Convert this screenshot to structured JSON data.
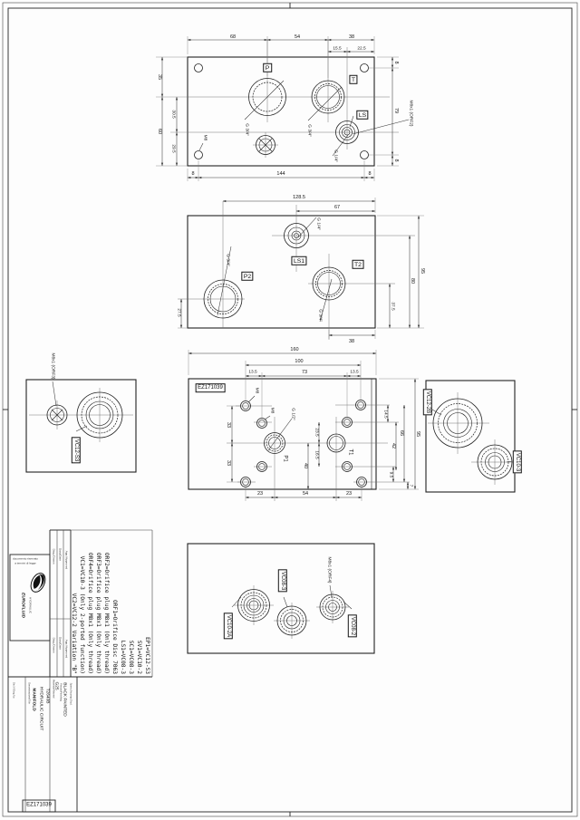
{
  "views": {
    "top": {
      "port_p": "P",
      "port_t": "T",
      "port_ls": "LS",
      "thread_p": "G 3/4\"",
      "thread_t": "G 3/4\"",
      "thread_ls": "G 1/4\"",
      "m8": "M8",
      "orf2": "M8x1 (ORF2)",
      "dims": {
        "d68": "68",
        "d54": "54",
        "d38": "38",
        "d155": "15.5",
        "d225": "22.5",
        "d35": "35",
        "d305": "30.5",
        "d60": "60",
        "d295": "29.5",
        "d8a": "8",
        "d79": "79",
        "d8b": "8",
        "d8c": "8",
        "d144": "144",
        "d8d": "8"
      }
    },
    "side": {
      "port_p2": "P2",
      "port_ls1": "LS1",
      "port_t2": "T2",
      "thread_p2": "G 3/4\"",
      "thread_ls1": "G 1/4\"",
      "thread_t2": "G 3/4\"",
      "dims": {
        "d1285": "128.5",
        "d67": "67",
        "d95": "95",
        "d80": "80",
        "d375": "37.5",
        "d38": "38",
        "d275": "27.5"
      }
    },
    "bottom_face": {
      "part_no": "EZ171039",
      "m8a": "M8",
      "m8b": "M8",
      "thread_p1": "G 1/2\"",
      "port_p1": "P1",
      "port_t1": "T1",
      "dims": {
        "d160": "160",
        "d100": "100",
        "d135a": "13.5",
        "d73": "73",
        "d135b": "13.5",
        "d33a": "33",
        "d33b": "33",
        "d145": "14.5",
        "d42": "42",
        "d66": "66",
        "d95": "95",
        "d95b": "9.5",
        "d7": "7",
        "d23a": "23",
        "d54": "54",
        "d23b": "23",
        "d40": "40",
        "d235": "23.5",
        "d165": "16.5"
      }
    },
    "left_side": {
      "orf3": "M8x1 (ORF3)",
      "cavity": "VC12-S3"
    },
    "right_side": {
      "cavity1": "VC12-2B",
      "cavity2": "VC10-3"
    },
    "bottom_side": {
      "cavity1": "VC10-2A",
      "cavity2": "VC08-3",
      "cavity3": "VC08-2",
      "orf4": "M8x1 (ORF4)"
    }
  },
  "notes": {
    "lines": [
      "EP1=VC12-S3",
      "SV1=VC10-2",
      "SC1=VC08-3",
      "LS1=VC08-3",
      "ORF1=Orifice Disc 7063",
      "ORF2=Orifice plug M8x1 (Only thread)",
      "ORF3=Orifice plug M8x1 (Only thread)",
      "ORF4=Orifice plug M8x1 (Only thread)",
      "VC1=VC10-3 (Only 2-ported function)",
      "VC2=VC12-2 Variation \"B\""
    ]
  },
  "title_block": {
    "confidential_note_1": "documento riservato",
    "confidential_note_2": "a termini di legge",
    "brand": "EUROFLUID",
    "brand_sub": "HYDRAULIC",
    "label_drawn": "Disg./Drawn",
    "label_date": "Data/Date",
    "label_approved": "App./Approved",
    "label_title": "Denominazione/Title",
    "label_material": "Materiale/Material",
    "label_finishing": "Finitura/Finishing",
    "label_notes": "Spess./Incomp./Stud.",
    "label_dwg_no": "Dis.N°/Dwg.No.",
    "title_line1": "MANIFOLD",
    "title_line2": "HYDRAULIC CIRCUIT",
    "title_line3": "T2640B",
    "material": "G25",
    "finishing": "BLACK PAINTED",
    "code": "EZ171039"
  },
  "colors": {
    "line": "#222222",
    "dim_line": "#3a3a3a",
    "background": "#fdfdfd"
  }
}
